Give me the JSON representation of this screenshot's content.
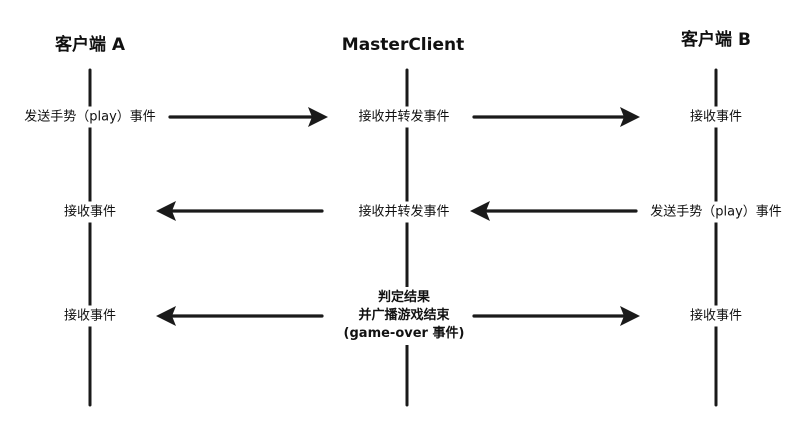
{
  "headers": {
    "client_a": "客户端 A",
    "master": "MasterClient",
    "client_b": "客户端 B"
  },
  "rows": [
    {
      "client_a": "发送手势（play）事件",
      "master": "接收并转发事件",
      "client_b": "接收事件"
    },
    {
      "client_a": "接收事件",
      "master": "接收并转发事件",
      "client_b": "发送手势（play）事件"
    },
    {
      "client_a": "接收事件",
      "master": "判定结果\n并广播游戏结束\n(game-over 事件)",
      "client_b": "接收事件"
    }
  ],
  "colors": {
    "ink": "#1a1a1a",
    "background": "#ffffff"
  }
}
